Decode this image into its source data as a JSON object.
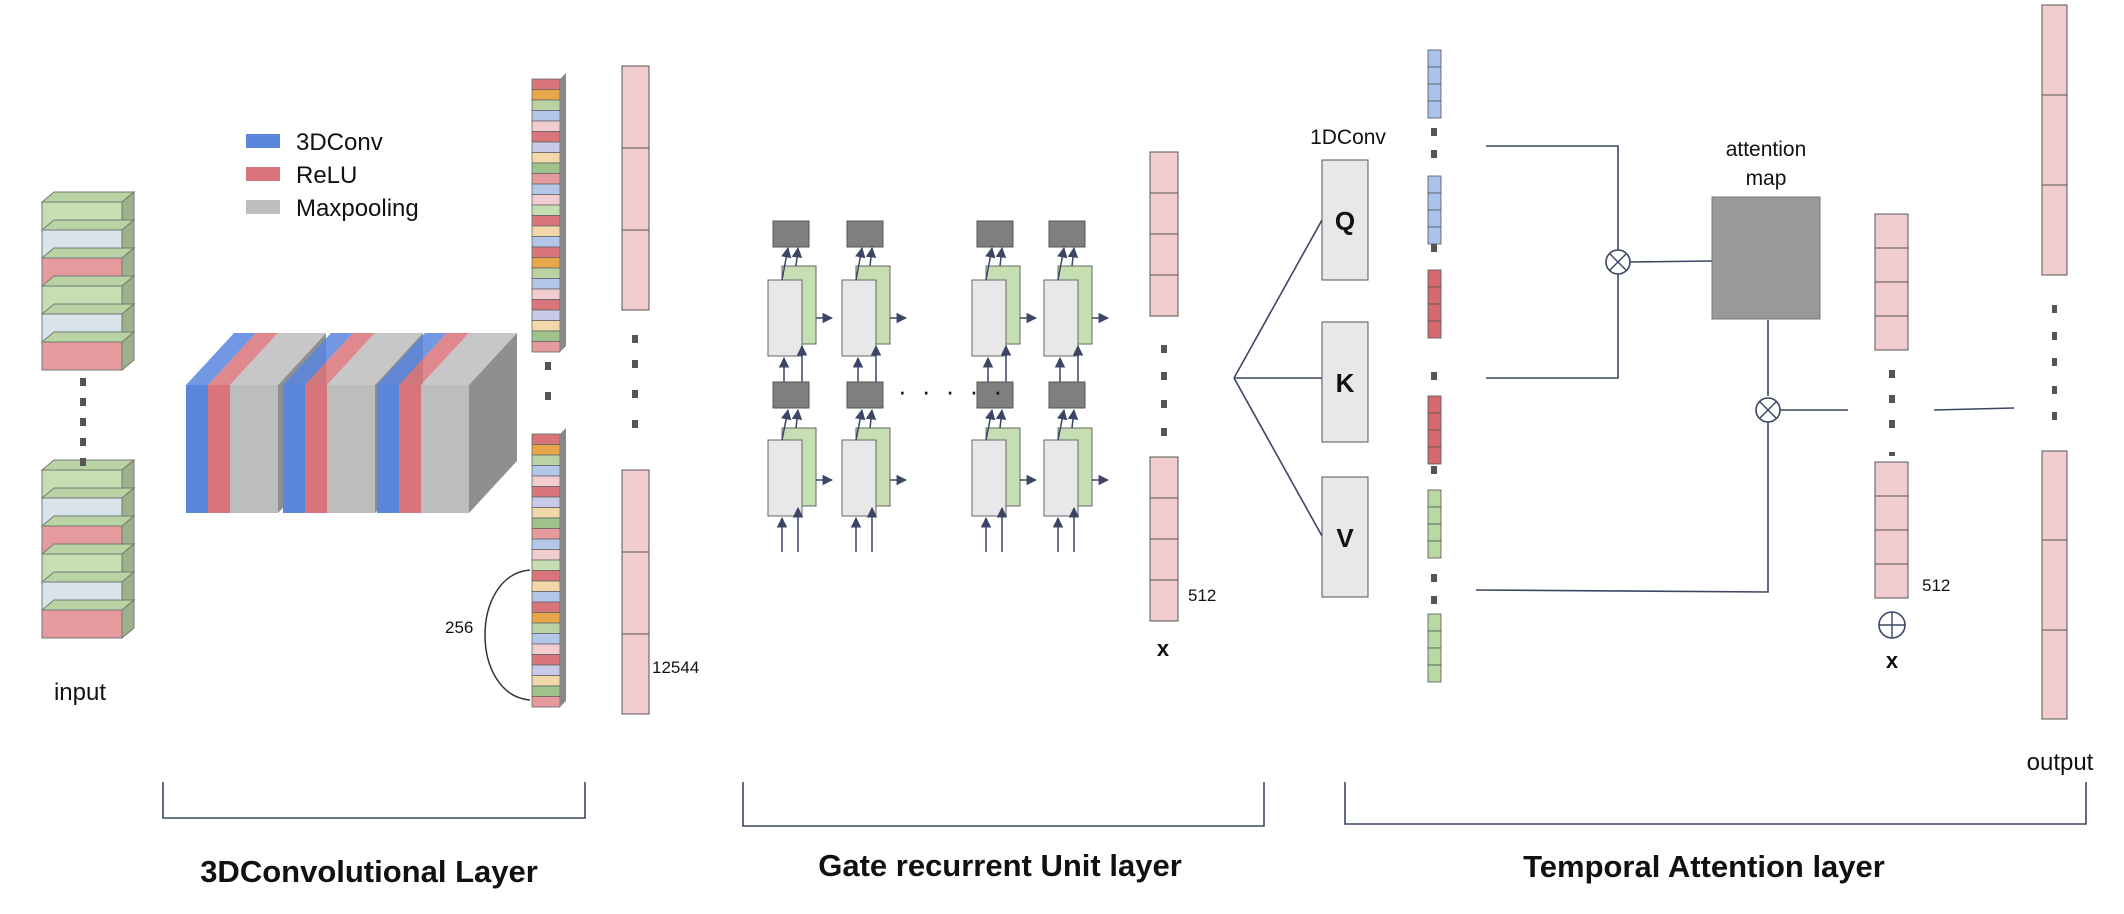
{
  "labels": {
    "input": "input",
    "output": "output",
    "legend_conv": "3DConv",
    "legend_relu": "ReLU",
    "legend_pool": "Maxpooling",
    "dim_256": "256",
    "dim_12544": "12544",
    "dim_512_gru": "512",
    "dim_512_att": "512",
    "x_gru": "x",
    "x_att": "x",
    "conv1d": "1DConv",
    "q": "Q",
    "k": "K",
    "v": "V",
    "attention_map_line1": "attention",
    "attention_map_line2": "map"
  },
  "sections": {
    "conv": "3DConvolutional Layer",
    "gru": "Gate recurrent Unit layer",
    "attention": "Temporal Attention layer"
  },
  "colors": {
    "conv_blue": "#5b86de",
    "relu_red": "#d9747a",
    "pool_gray": "#bdbdbd",
    "pink_cell": "#f1cdd0",
    "gru_green": "#c5dfb3",
    "gru_light": "#e8e8e8",
    "gru_dark": "#7f7f7f",
    "line": "#3c4664"
  }
}
